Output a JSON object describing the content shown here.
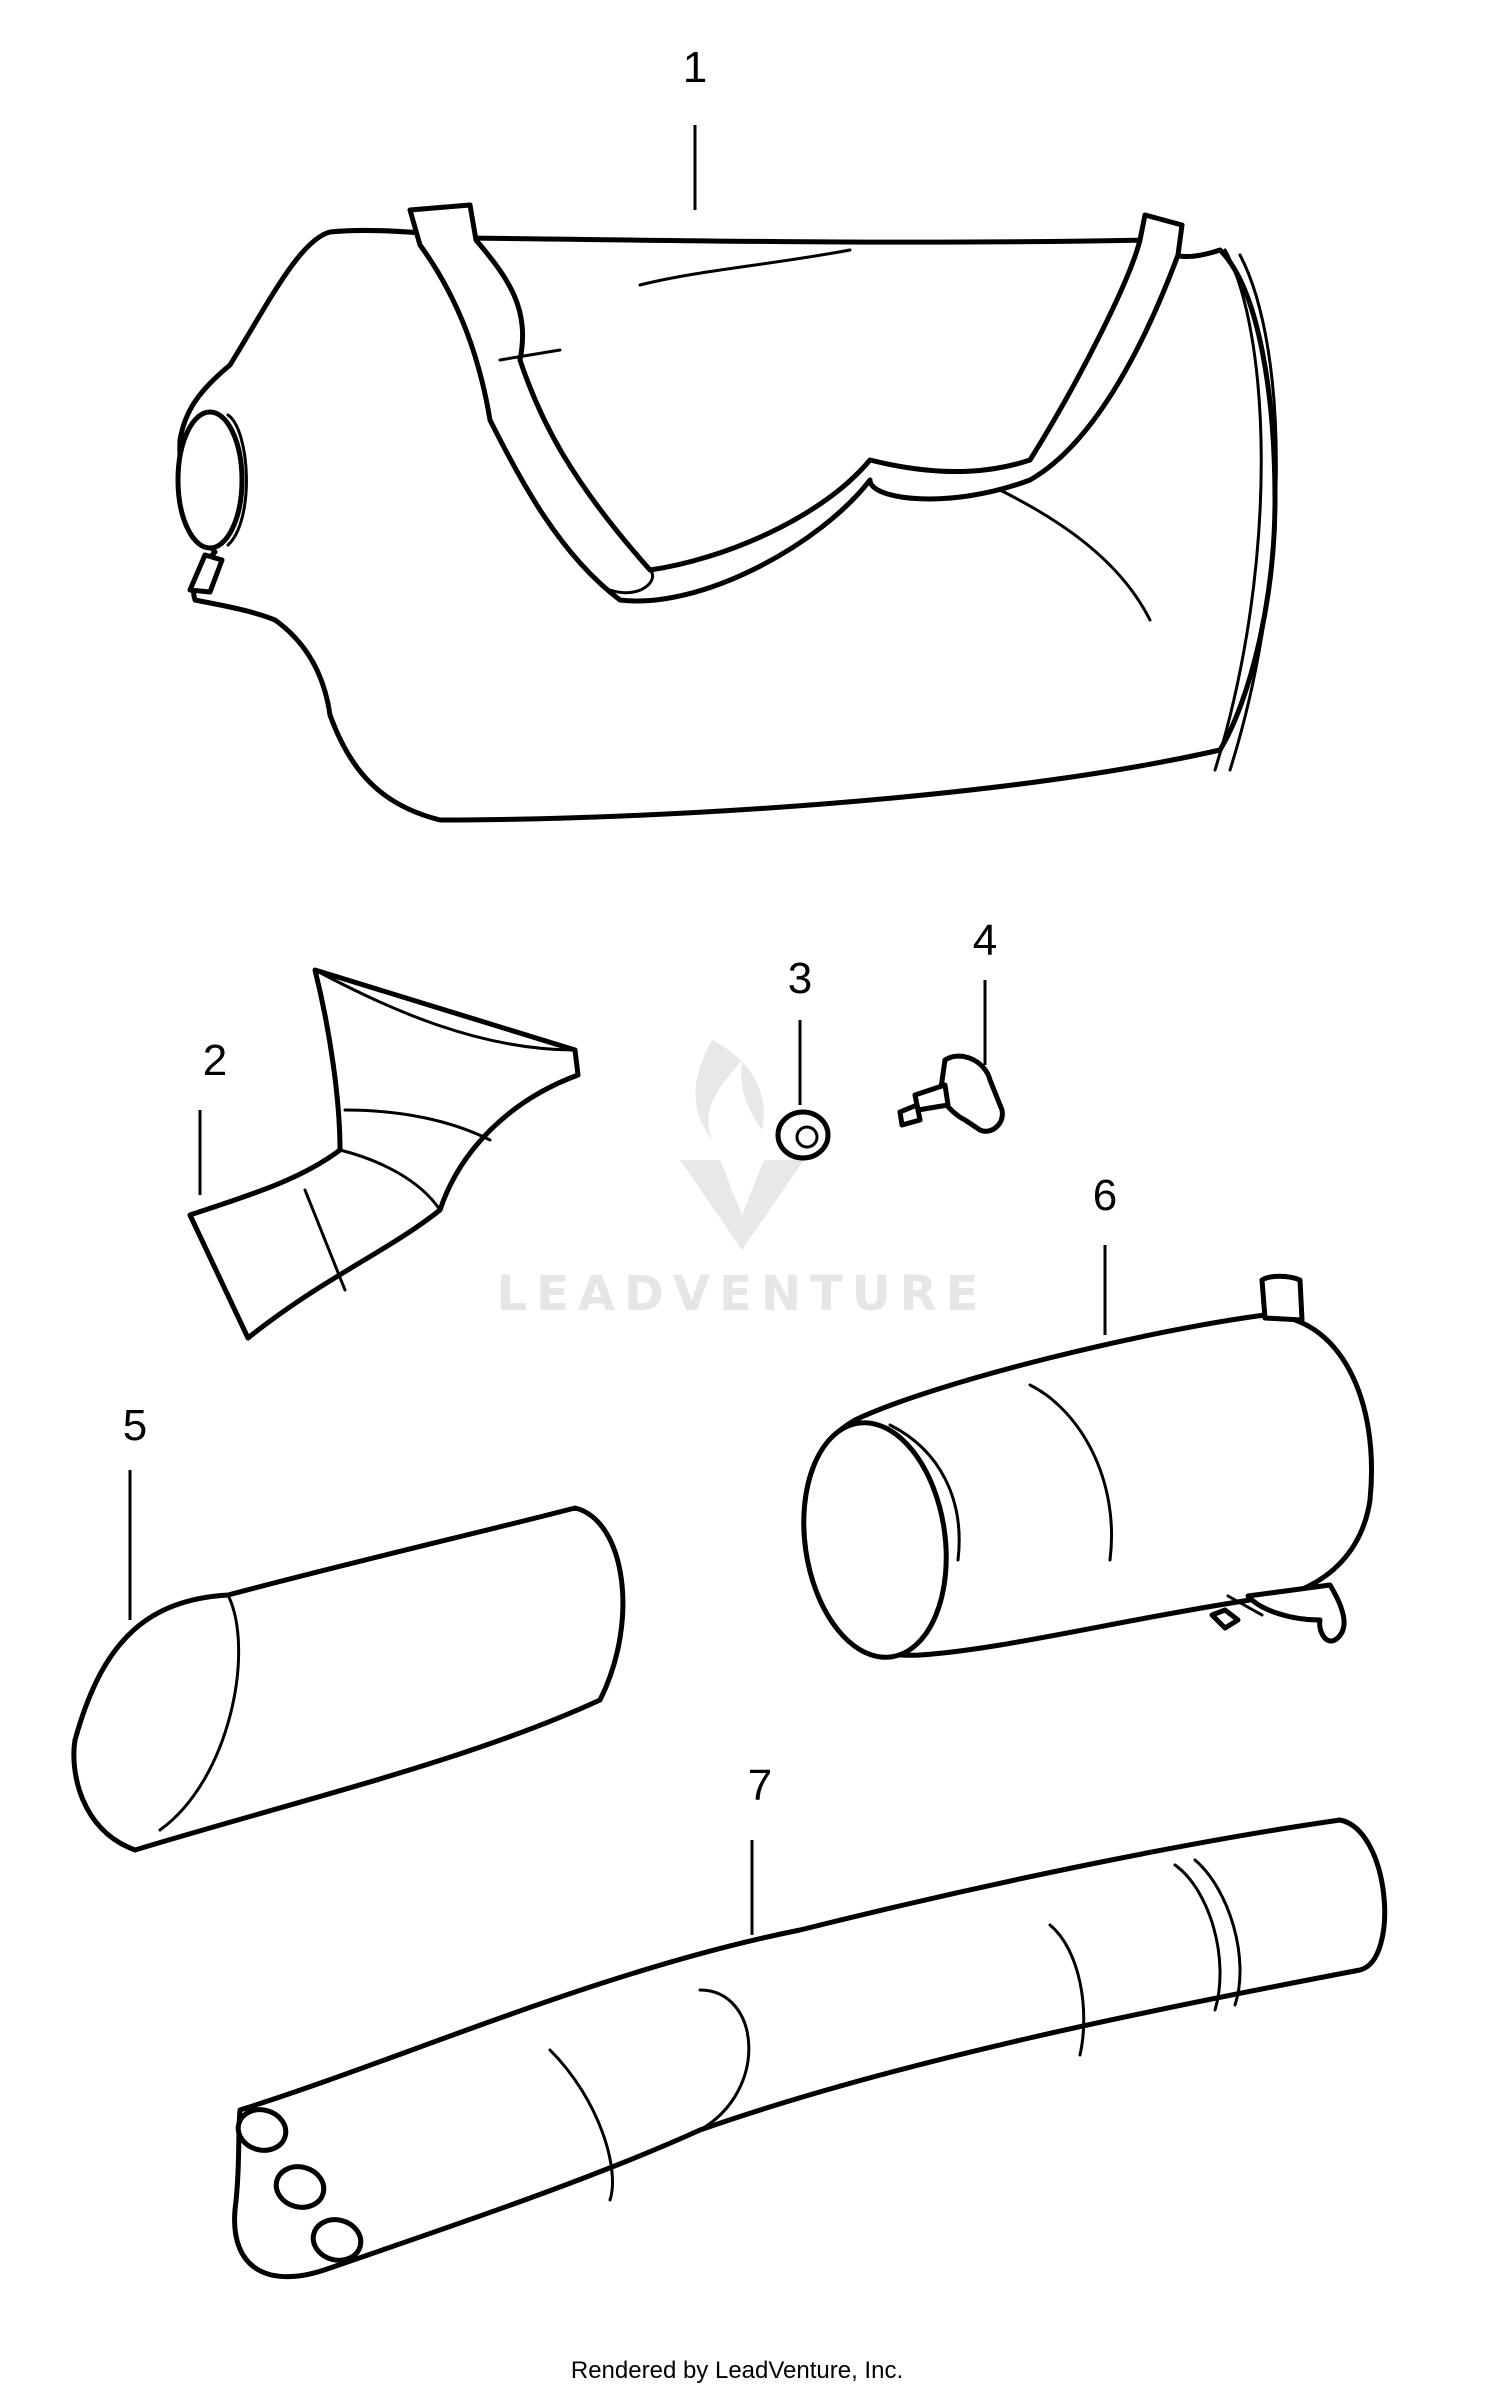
{
  "callouts": [
    "1",
    "2",
    "3",
    "4",
    "5",
    "6",
    "7"
  ],
  "watermark": {
    "text": "LEADVENTURE",
    "color": "#e6e6e6"
  },
  "footer": "Rendered by LeadVenture, Inc.",
  "line_color": "#000000"
}
